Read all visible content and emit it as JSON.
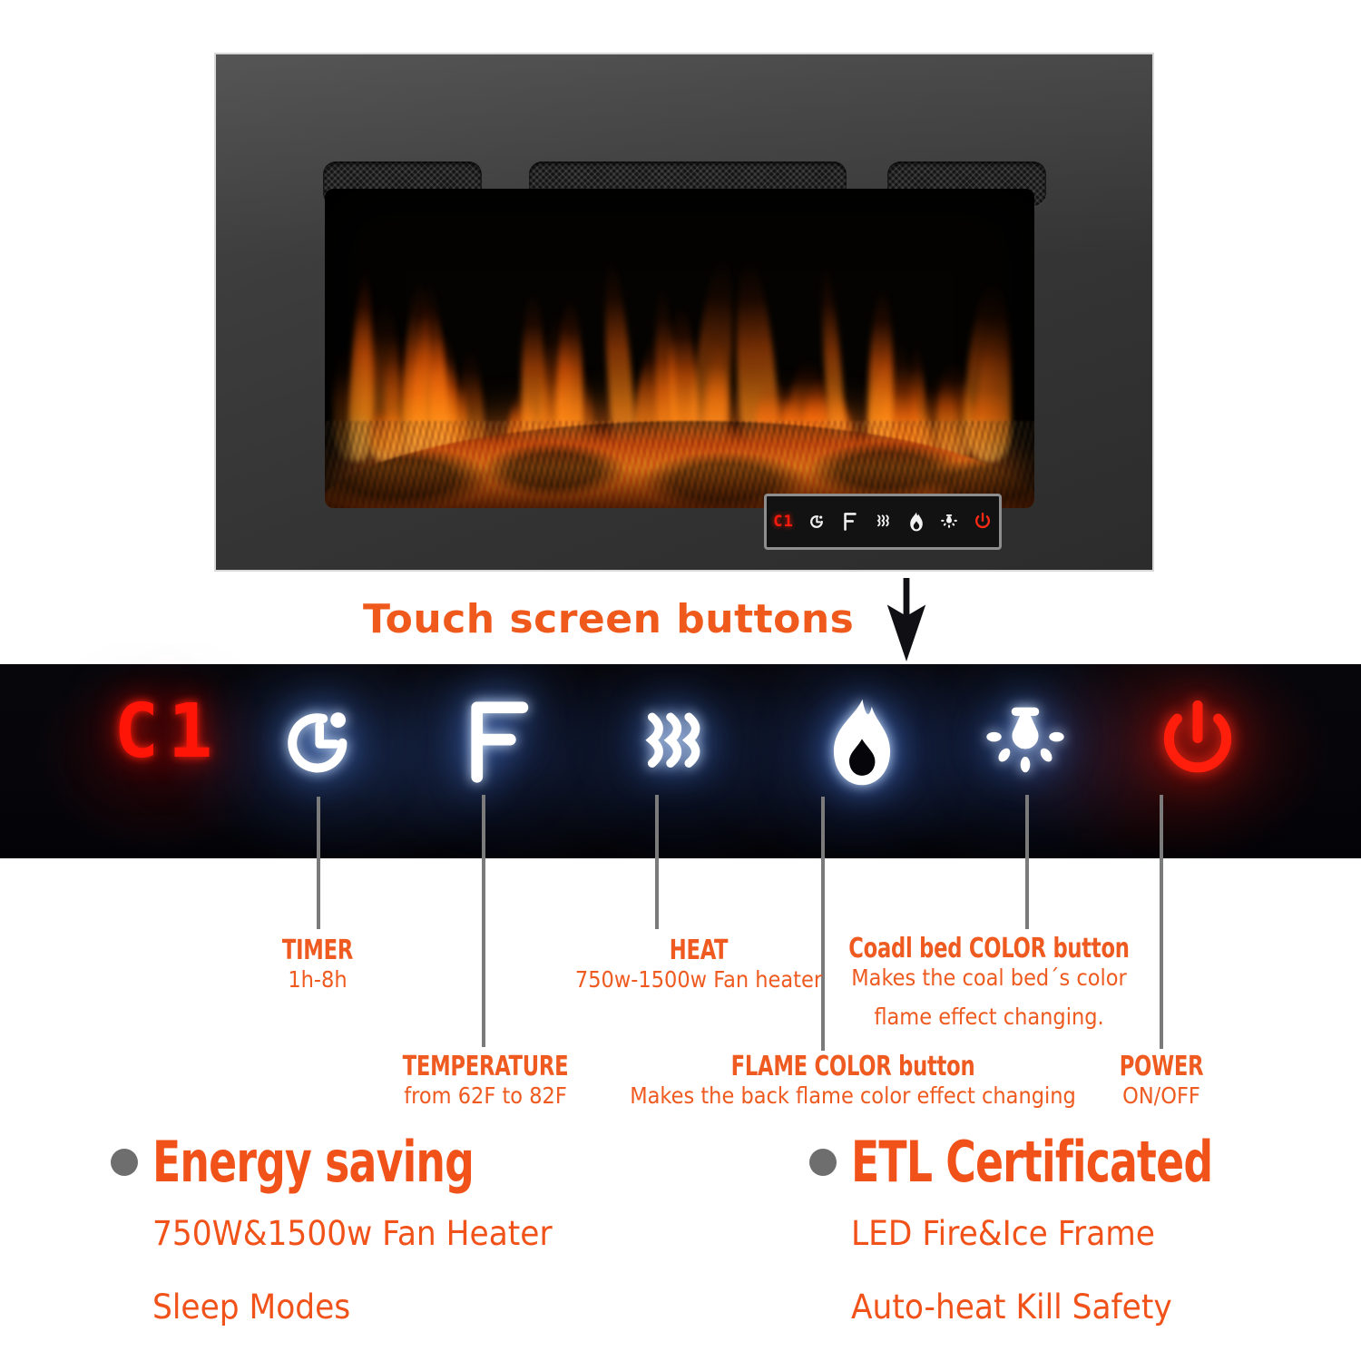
{
  "colors": {
    "orange": "#ee5a1f",
    "orange_bold": "#f1521a",
    "led_red": "#ff1408",
    "leader_gray": "#7b7b7b",
    "bullet_gray": "#6e6e6e",
    "band_black": "#05050a",
    "bezel": "#3a3a3a",
    "background": "#ffffff"
  },
  "product": {
    "name": "recessed-electric-fireplace",
    "vents": [
      "vent-left",
      "vent-center",
      "vent-right"
    ],
    "mini_panel": {
      "led_value": "C1",
      "icons": [
        "timer-icon",
        "fahrenheit-icon",
        "heat-waves-icon",
        "flame-icon",
        "coal-bed-icon",
        "power-icon"
      ]
    }
  },
  "callout": {
    "heading": "Touch screen buttons",
    "arrow": "down-arrow-icon"
  },
  "control_panel": {
    "led_value": "C1",
    "buttons": [
      {
        "icon": "timer-icon",
        "glow": "white",
        "label": "timer-button"
      },
      {
        "icon": "fahrenheit-icon",
        "glow": "white",
        "label": "temperature-button"
      },
      {
        "icon": "heat-waves-icon",
        "glow": "white",
        "label": "heat-button"
      },
      {
        "icon": "flame-icon",
        "glow": "white",
        "label": "flame-color-button"
      },
      {
        "icon": "coal-bed-icon",
        "glow": "white",
        "label": "coal-bed-color-button"
      },
      {
        "icon": "power-icon",
        "glow": "red",
        "label": "power-button"
      }
    ]
  },
  "labels": {
    "timer": {
      "title": "TIMER",
      "sub1": "1h-8h"
    },
    "temperature": {
      "title": "TEMPERATURE",
      "sub1": "from 62F to 82F"
    },
    "heat": {
      "title": "HEAT",
      "sub1": "750w-1500w Fan heater"
    },
    "flame_color": {
      "title": "FLAME COLOR button",
      "sub1": "Makes the back  flame  color effect changing"
    },
    "coal_color": {
      "title": "Coadl bed COLOR button",
      "sub1": "Makes the coal bed´s color",
      "sub2": "flame effect changing."
    },
    "power": {
      "title": "POWER",
      "sub1": "ON/OFF"
    }
  },
  "features": [
    {
      "title": "Energy saving",
      "lines": [
        "750W&1500w Fan Heater",
        "Sleep Modes"
      ]
    },
    {
      "title": "ETL Certificated",
      "lines": [
        "LED Fire&Ice Frame",
        "Auto-heat Kill Safety"
      ]
    }
  ]
}
